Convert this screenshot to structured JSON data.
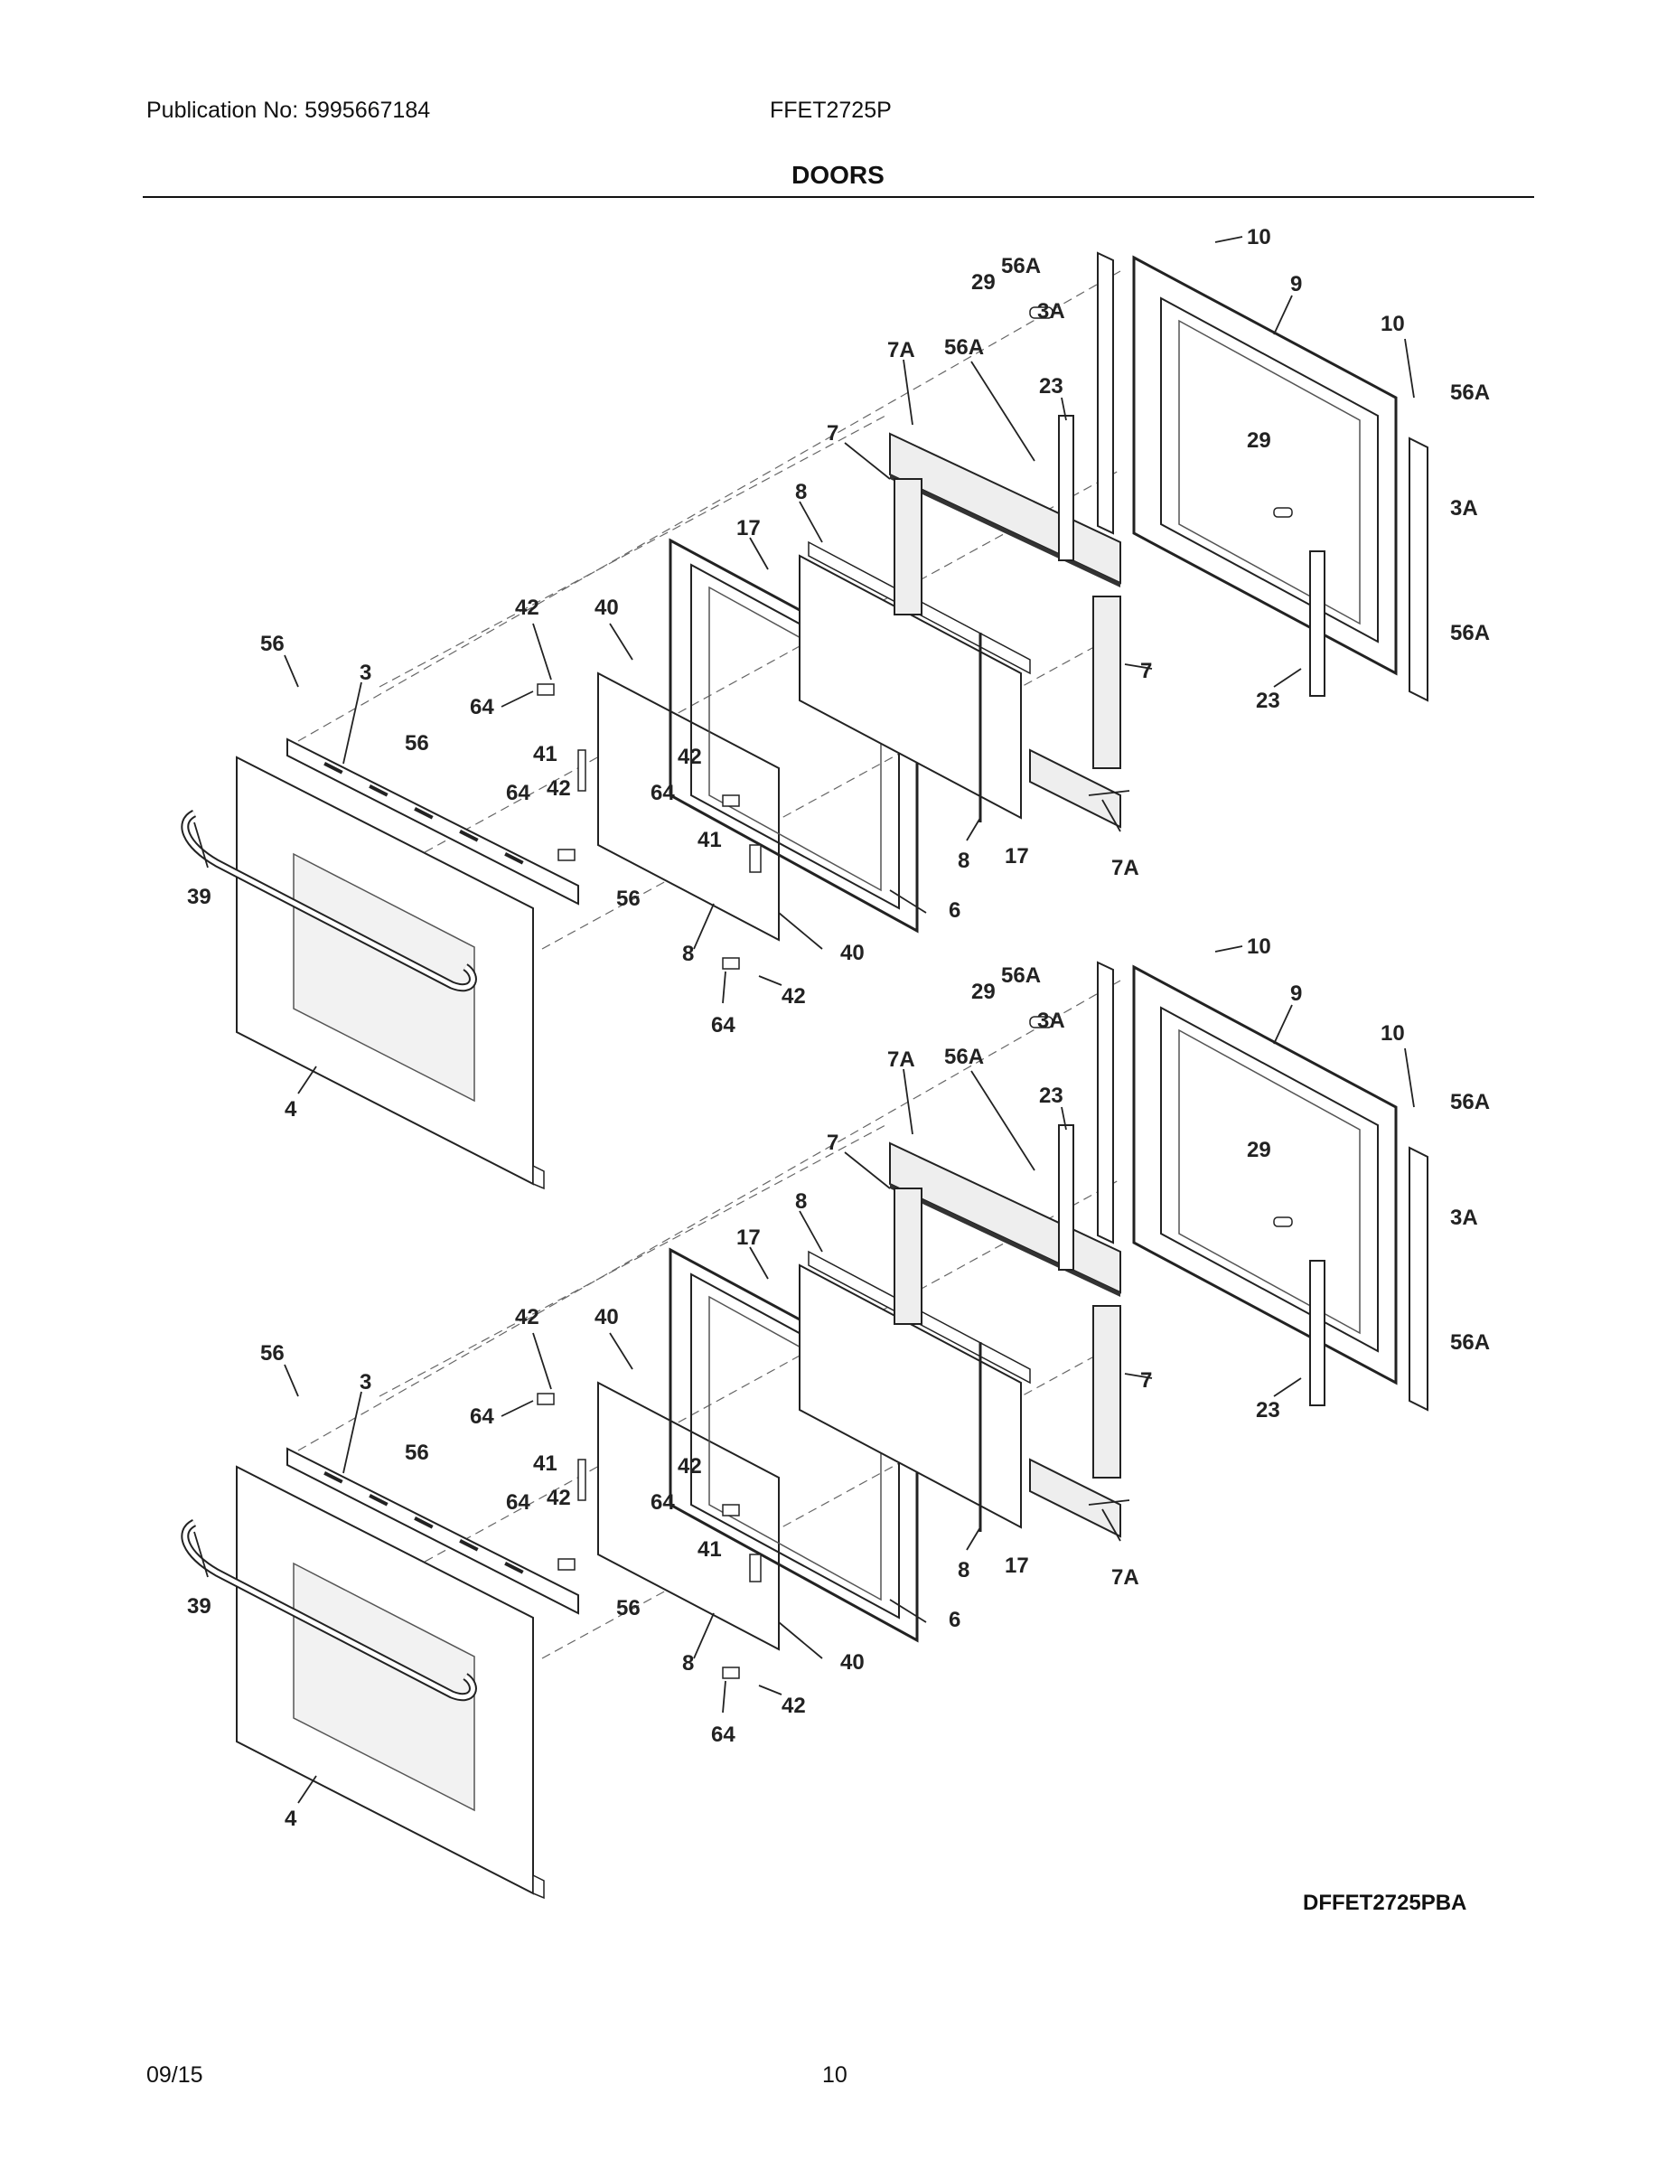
{
  "header": {
    "publication": "Publication No: 5995667184",
    "model": "FFET2725P",
    "title": "DOORS"
  },
  "diagram": {
    "code": "DFFET2725PBA",
    "upper_door_callouts": [
      "10",
      "56A",
      "9",
      "29",
      "3A",
      "10",
      "7A",
      "56A",
      "56A",
      "23",
      "7",
      "29",
      "3A",
      "8",
      "17",
      "42",
      "40",
      "56",
      "3",
      "64",
      "56",
      "41",
      "42",
      "64",
      "42",
      "64",
      "41",
      "39",
      "56",
      "8",
      "17",
      "7A",
      "7",
      "56A",
      "23",
      "6",
      "40",
      "8",
      "42",
      "64",
      "4"
    ],
    "lower_door_callouts": [
      "10",
      "56A",
      "9",
      "29",
      "3A",
      "10",
      "7A",
      "56A",
      "56A",
      "23",
      "7",
      "29",
      "3A",
      "8",
      "17",
      "42",
      "40",
      "56",
      "3",
      "64",
      "56",
      "41",
      "42",
      "64",
      "42",
      "64",
      "41",
      "39",
      "56",
      "8",
      "17",
      "7A",
      "7",
      "56A",
      "23",
      "6",
      "40",
      "8",
      "42",
      "64",
      "4"
    ]
  },
  "footer": {
    "date": "09/15",
    "page": "10"
  }
}
